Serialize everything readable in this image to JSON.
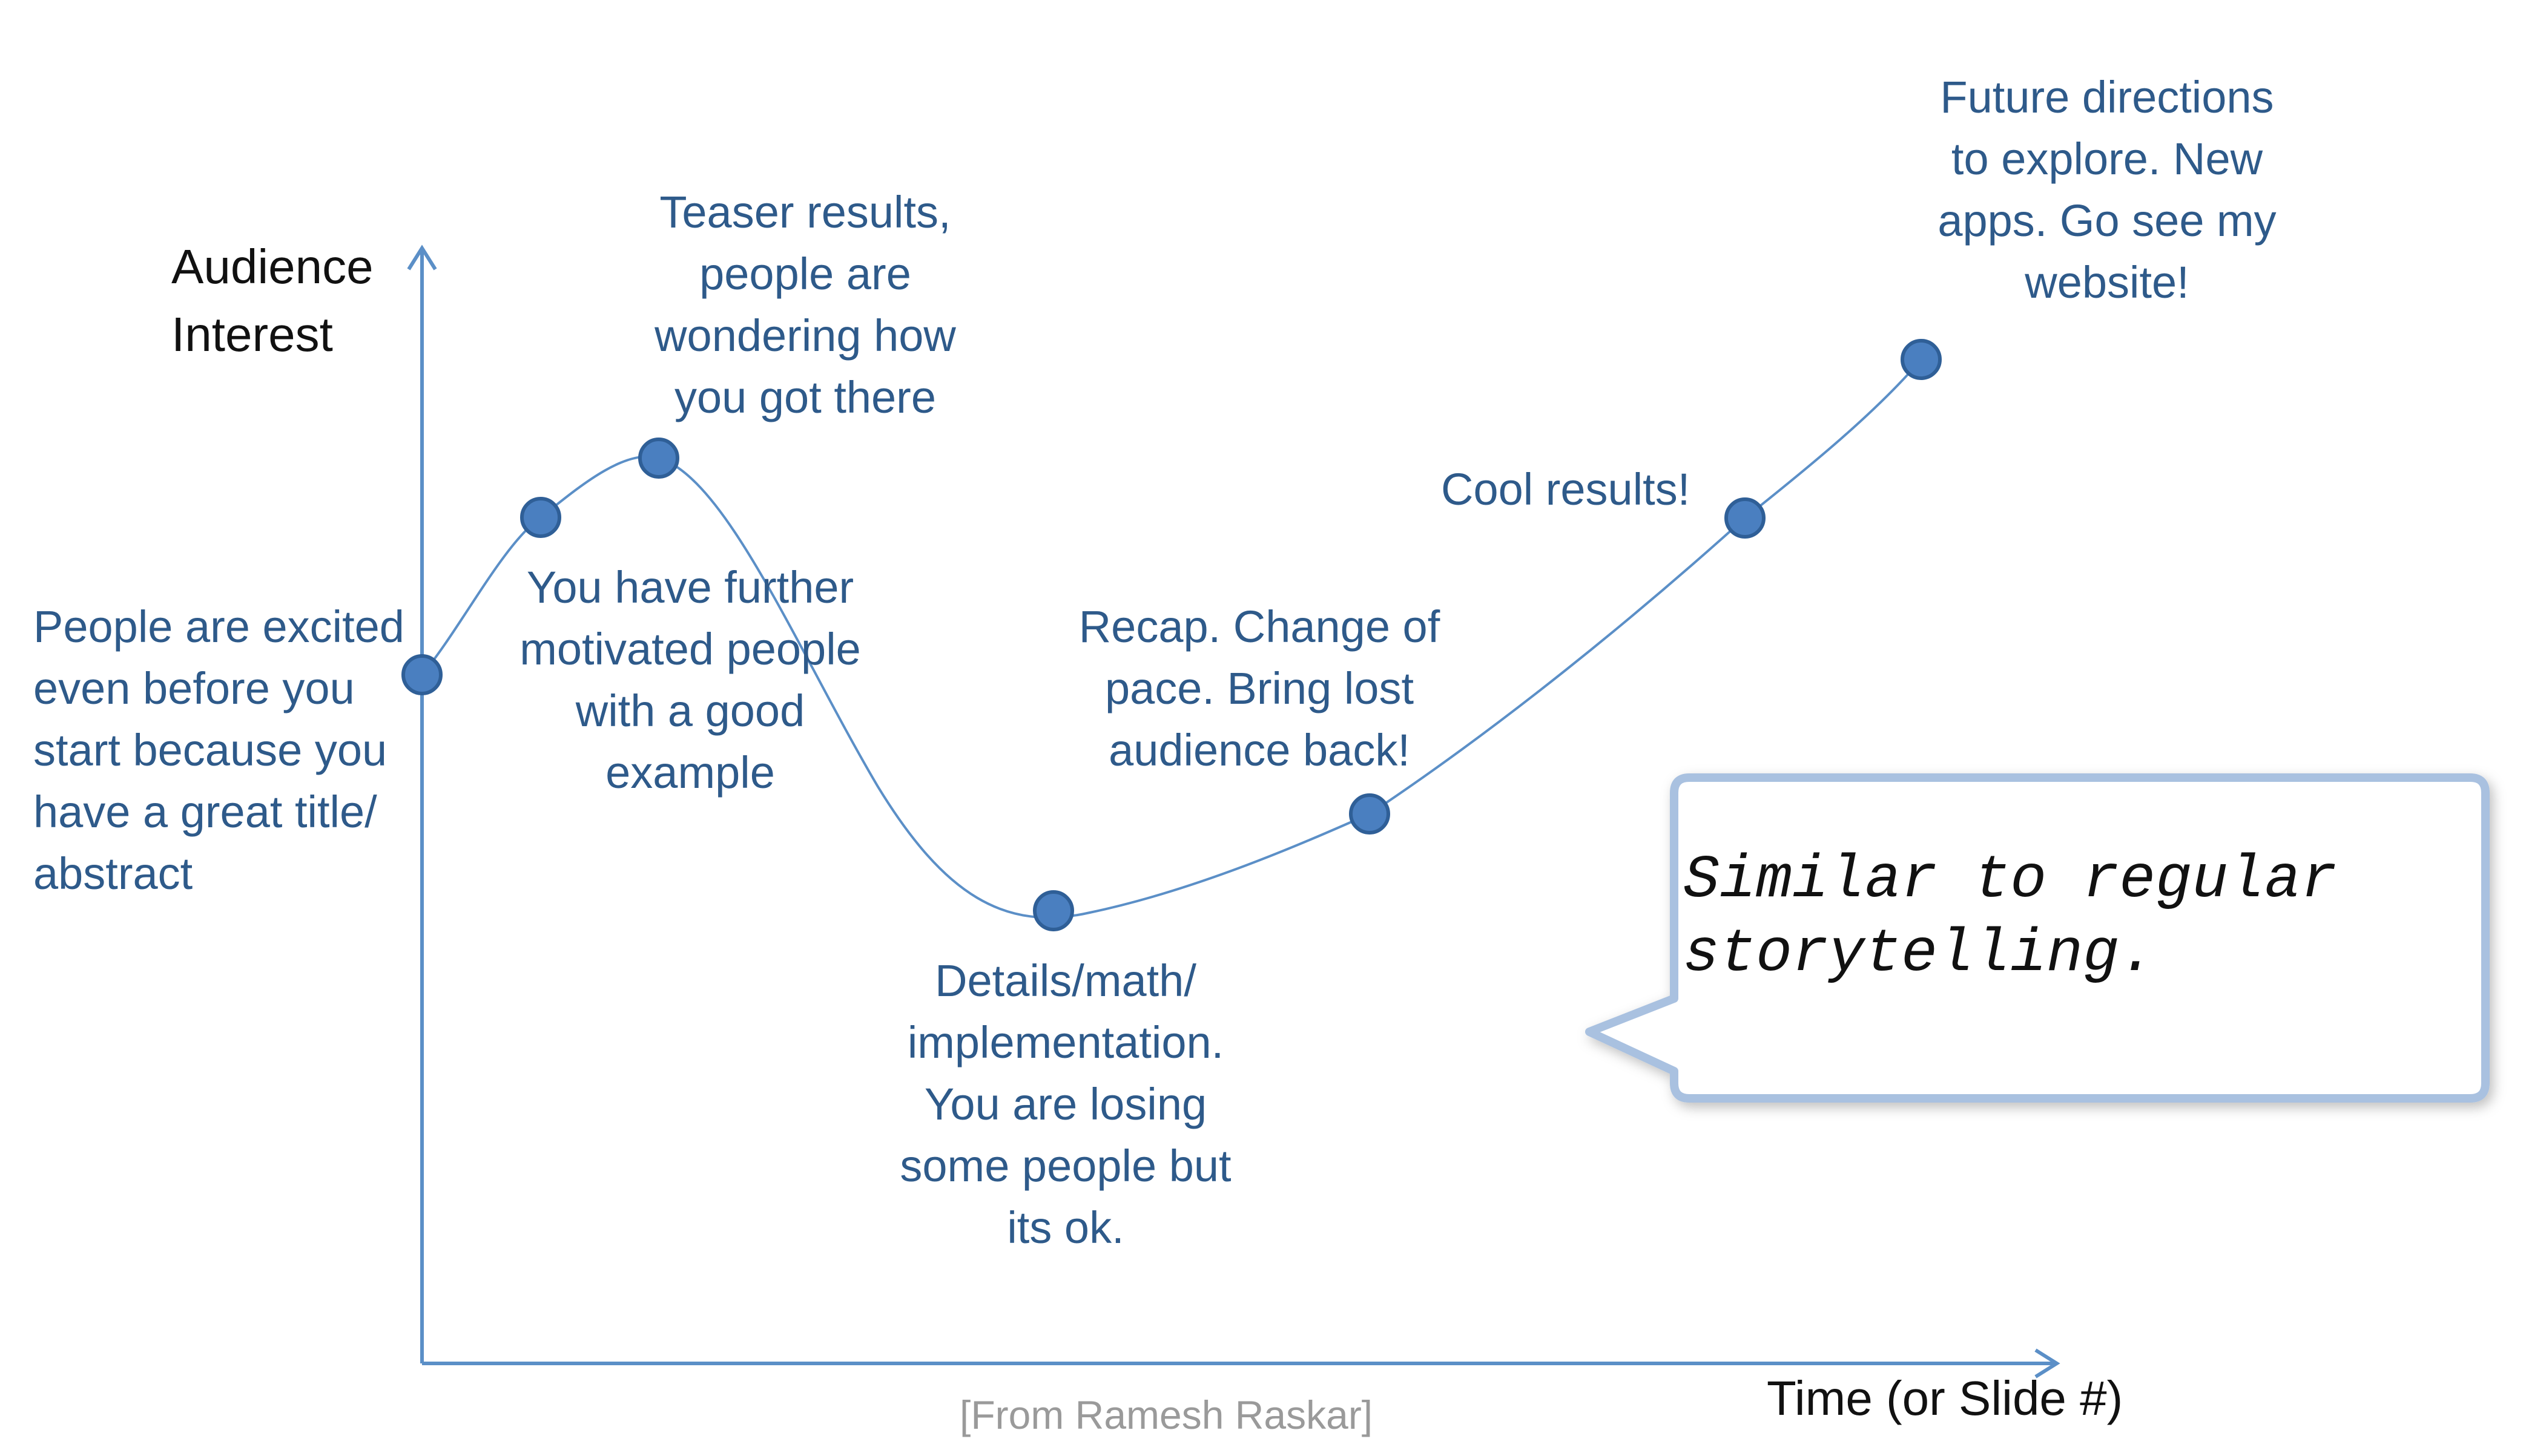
{
  "diagram": {
    "y_axis_title": "Audience\nInterest",
    "x_axis_title": "Time (or Slide #)",
    "credit": "[From Ramesh Raskar]",
    "callout": "Similar to regular\nstorytelling.",
    "stages": [
      {
        "id": "start",
        "text": "People are excited\neven before you\nstart because you\nhave a great title/\nabstract"
      },
      {
        "id": "example",
        "text": "You have further\nmotivated people\nwith a good\nexample"
      },
      {
        "id": "teaser",
        "text": "Teaser results,\npeople are\nwondering how\nyou got there"
      },
      {
        "id": "details",
        "text": "Details/math/\nimplementation.\nYou are losing\nsome people but\nits ok."
      },
      {
        "id": "recap",
        "text": "Recap. Change of\npace. Bring lost\naudience back!"
      },
      {
        "id": "cool",
        "text": "Cool results!"
      },
      {
        "id": "future",
        "text": "Future directions\nto explore. New\napps. Go see my\nwebsite!"
      }
    ],
    "colors": {
      "axis": "#5b8fc7",
      "curve": "#5b8fc7",
      "marker_fill": "#4a7fc0",
      "marker_stroke": "#2f5f97",
      "label_text": "#2e5a8a",
      "callout_border": "#a9c1e0"
    }
  }
}
